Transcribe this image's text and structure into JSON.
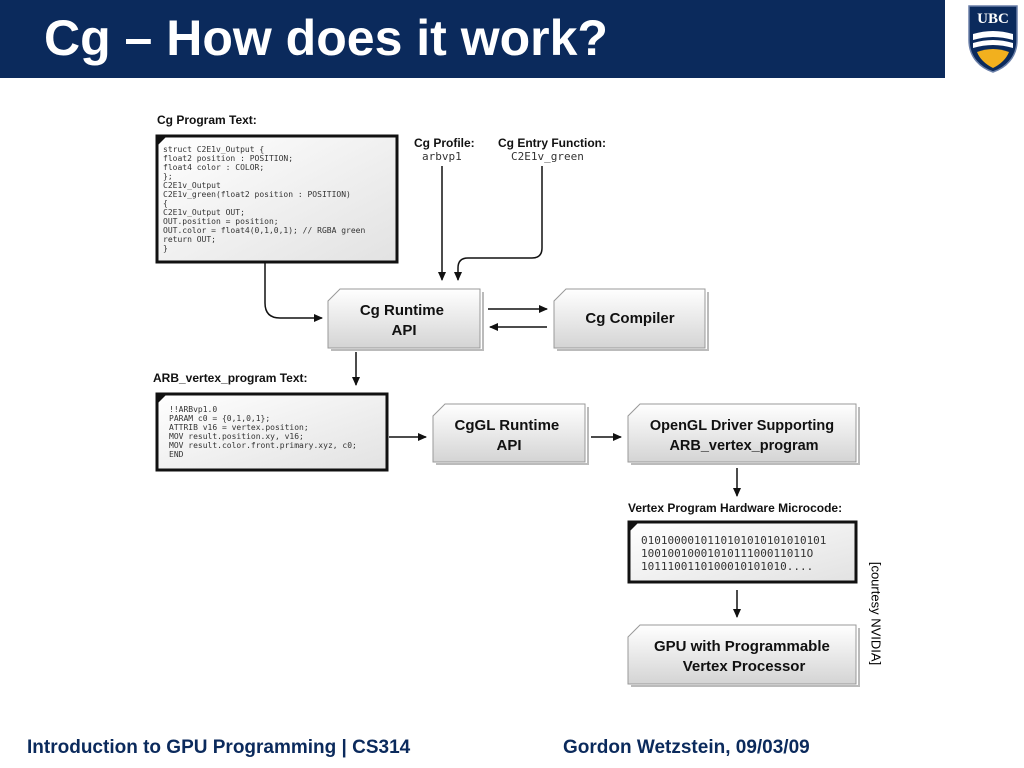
{
  "slide": {
    "title": "Cg – How does it work?",
    "logo_text": "UBC",
    "courtesy": "[courtesy NVIDIA]",
    "footer_left": "Introduction to GPU Programming | CS314",
    "footer_right": "Gordon Wetzstein, 09/03/09"
  },
  "diagram": {
    "cg_program_label": "Cg Program Text:",
    "cg_program_code": [
      "struct C2E1v_Output {",
      "  float2 position : POSITION;",
      "  float4 color    : COLOR;",
      "};",
      "C2E1v_Output",
      "C2E1v_green(float2 position : POSITION)",
      "{",
      "  C2E1v_Output OUT;",
      "  OUT.position = position;",
      "  OUT.color = float4(0,1,0,1); // RGBA green",
      "  return OUT;",
      "}"
    ],
    "cg_profile_label": "Cg Profile:",
    "cg_profile_value": "arbvp1",
    "entry_function_label": "Cg Entry Function:",
    "entry_function_value": "C2E1v_green",
    "cg_runtime_line1": "Cg Runtime",
    "cg_runtime_line2": "API",
    "cg_compiler": "Cg Compiler",
    "arb_label": "ARB_vertex_program Text:",
    "arb_code": [
      "!!ARBvp1.0",
      "PARAM c0 = {0,1,0,1};",
      "ATTRIB v16 = vertex.position;",
      "MOV result.position.xy, v16;",
      "MOV result.color.front.primary.xyz, c0;",
      "END"
    ],
    "cggl_line1": "CgGL Runtime",
    "cggl_line2": "API",
    "opengl_line1": "OpenGL Driver Supporting",
    "opengl_line2": "ARB_vertex_program",
    "microcode_label": "Vertex Program Hardware Microcode:",
    "microcode": [
      "0101000010110101010101010101",
      "1001001000101011100011011O",
      "1011100110100010101010...."
    ],
    "gpu_line1": "GPU with Programmable",
    "gpu_line2": "Vertex Processor"
  }
}
